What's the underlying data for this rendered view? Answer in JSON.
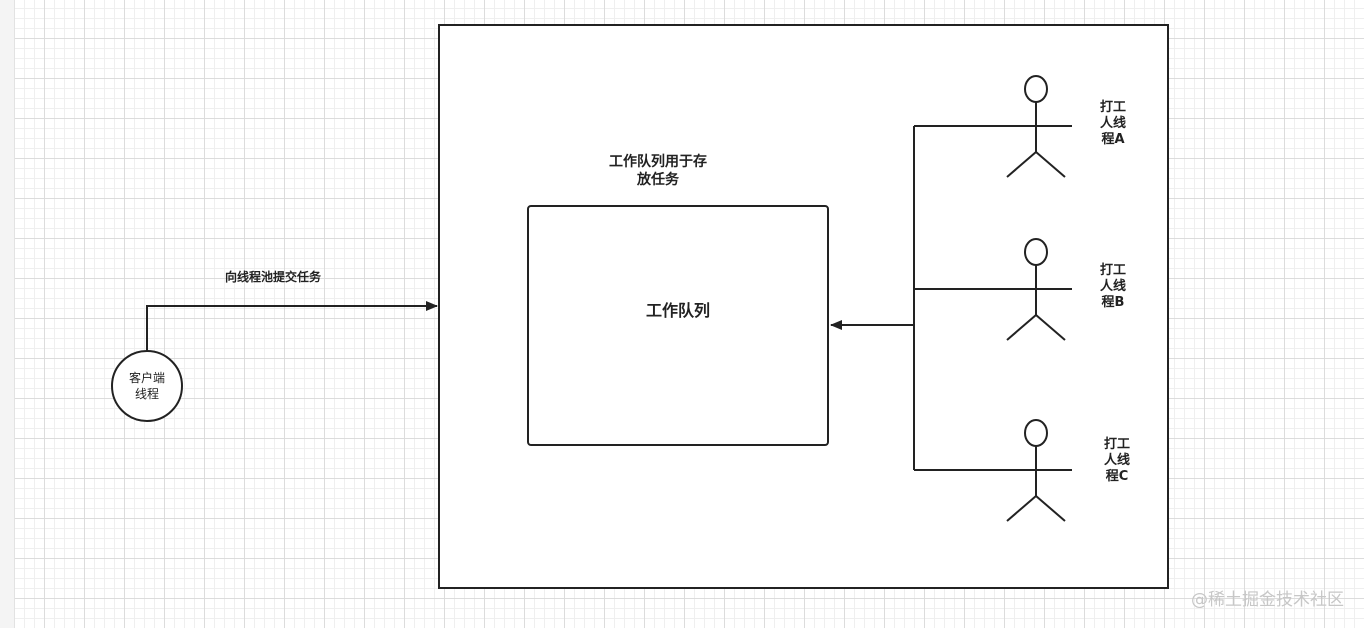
{
  "diagram": {
    "client_node": {
      "line1": "客户端",
      "line2": "线程"
    },
    "submit_edge_label": "向线程池提交任务",
    "queue_caption": {
      "line1": "工作队列用于存",
      "line2": "放任务"
    },
    "queue_box_label": "工作队列",
    "workers": [
      {
        "line1": "打工",
        "line2": "人线",
        "line3": "程A"
      },
      {
        "line1": "打工",
        "line2": "人线",
        "line3": "程B"
      },
      {
        "line1": "打工",
        "line2": "人线",
        "line3": "程C"
      }
    ]
  },
  "watermark": "@稀土掘金技术社区"
}
